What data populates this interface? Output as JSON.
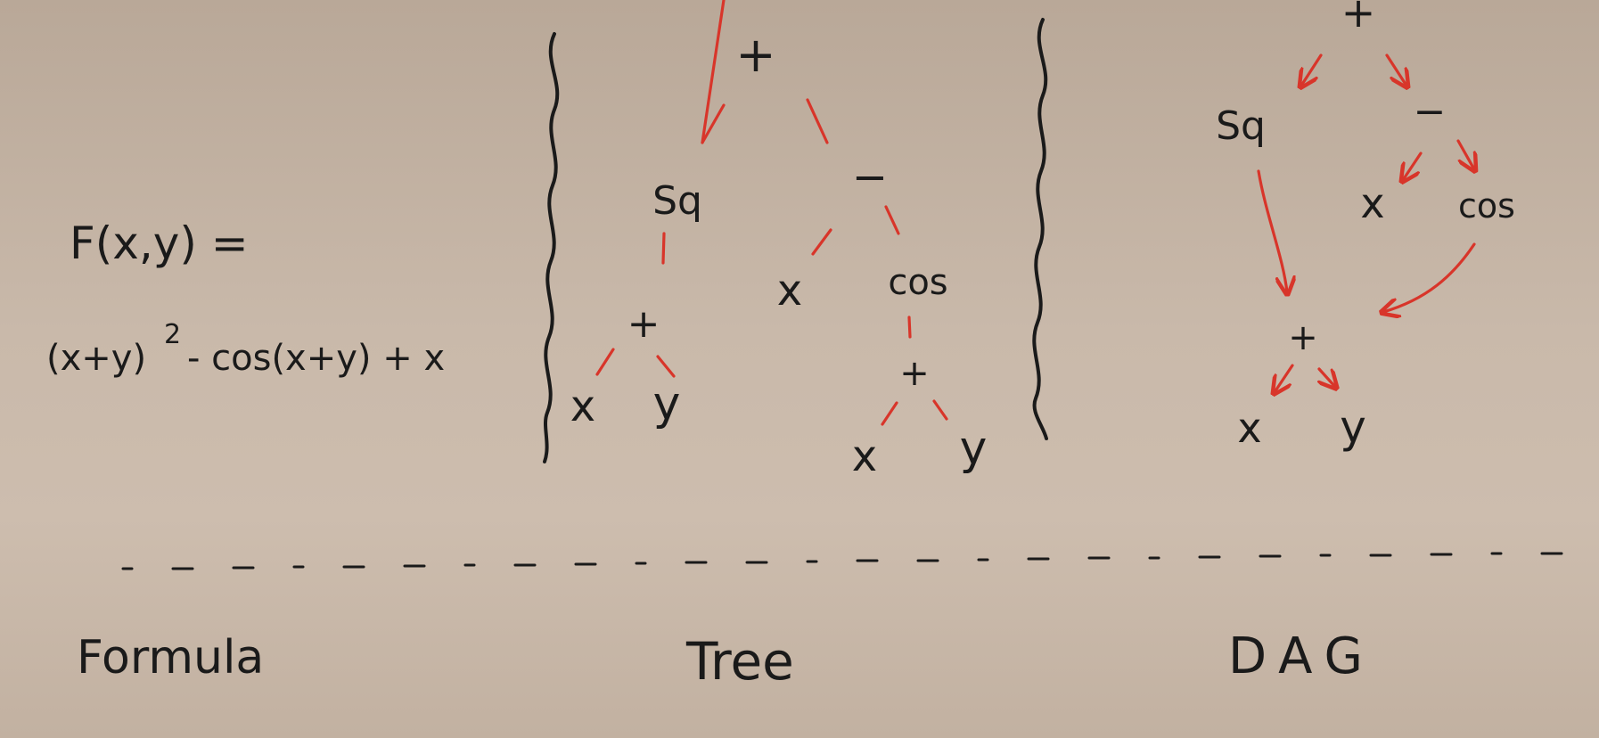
{
  "formula": {
    "lhs": "F(x,y) =",
    "rhs_base": "(x+y)",
    "rhs_exp": "2",
    "rhs_rest": "- cos(x+y) + x"
  },
  "tree": {
    "nodes": {
      "root": "+",
      "sq": "Sq",
      "minus": "−",
      "plus_left": "+",
      "x_left": "x",
      "y_left": "y",
      "x_mid": "x",
      "cos": "cos",
      "plus_right": "+",
      "x_right": "x",
      "y_right": "y"
    }
  },
  "dag": {
    "nodes": {
      "root": "+",
      "sq": "Sq",
      "minus": "−",
      "x_mid": "x",
      "cos": "cos",
      "plus": "+",
      "x": "x",
      "y": "y"
    }
  },
  "captions": {
    "formula": "Formula",
    "tree": "Tree",
    "dag": "DAG"
  },
  "colors": {
    "ink": "#1a1a1a",
    "edge": "#d8352a",
    "paper": "#c9b9aa"
  }
}
